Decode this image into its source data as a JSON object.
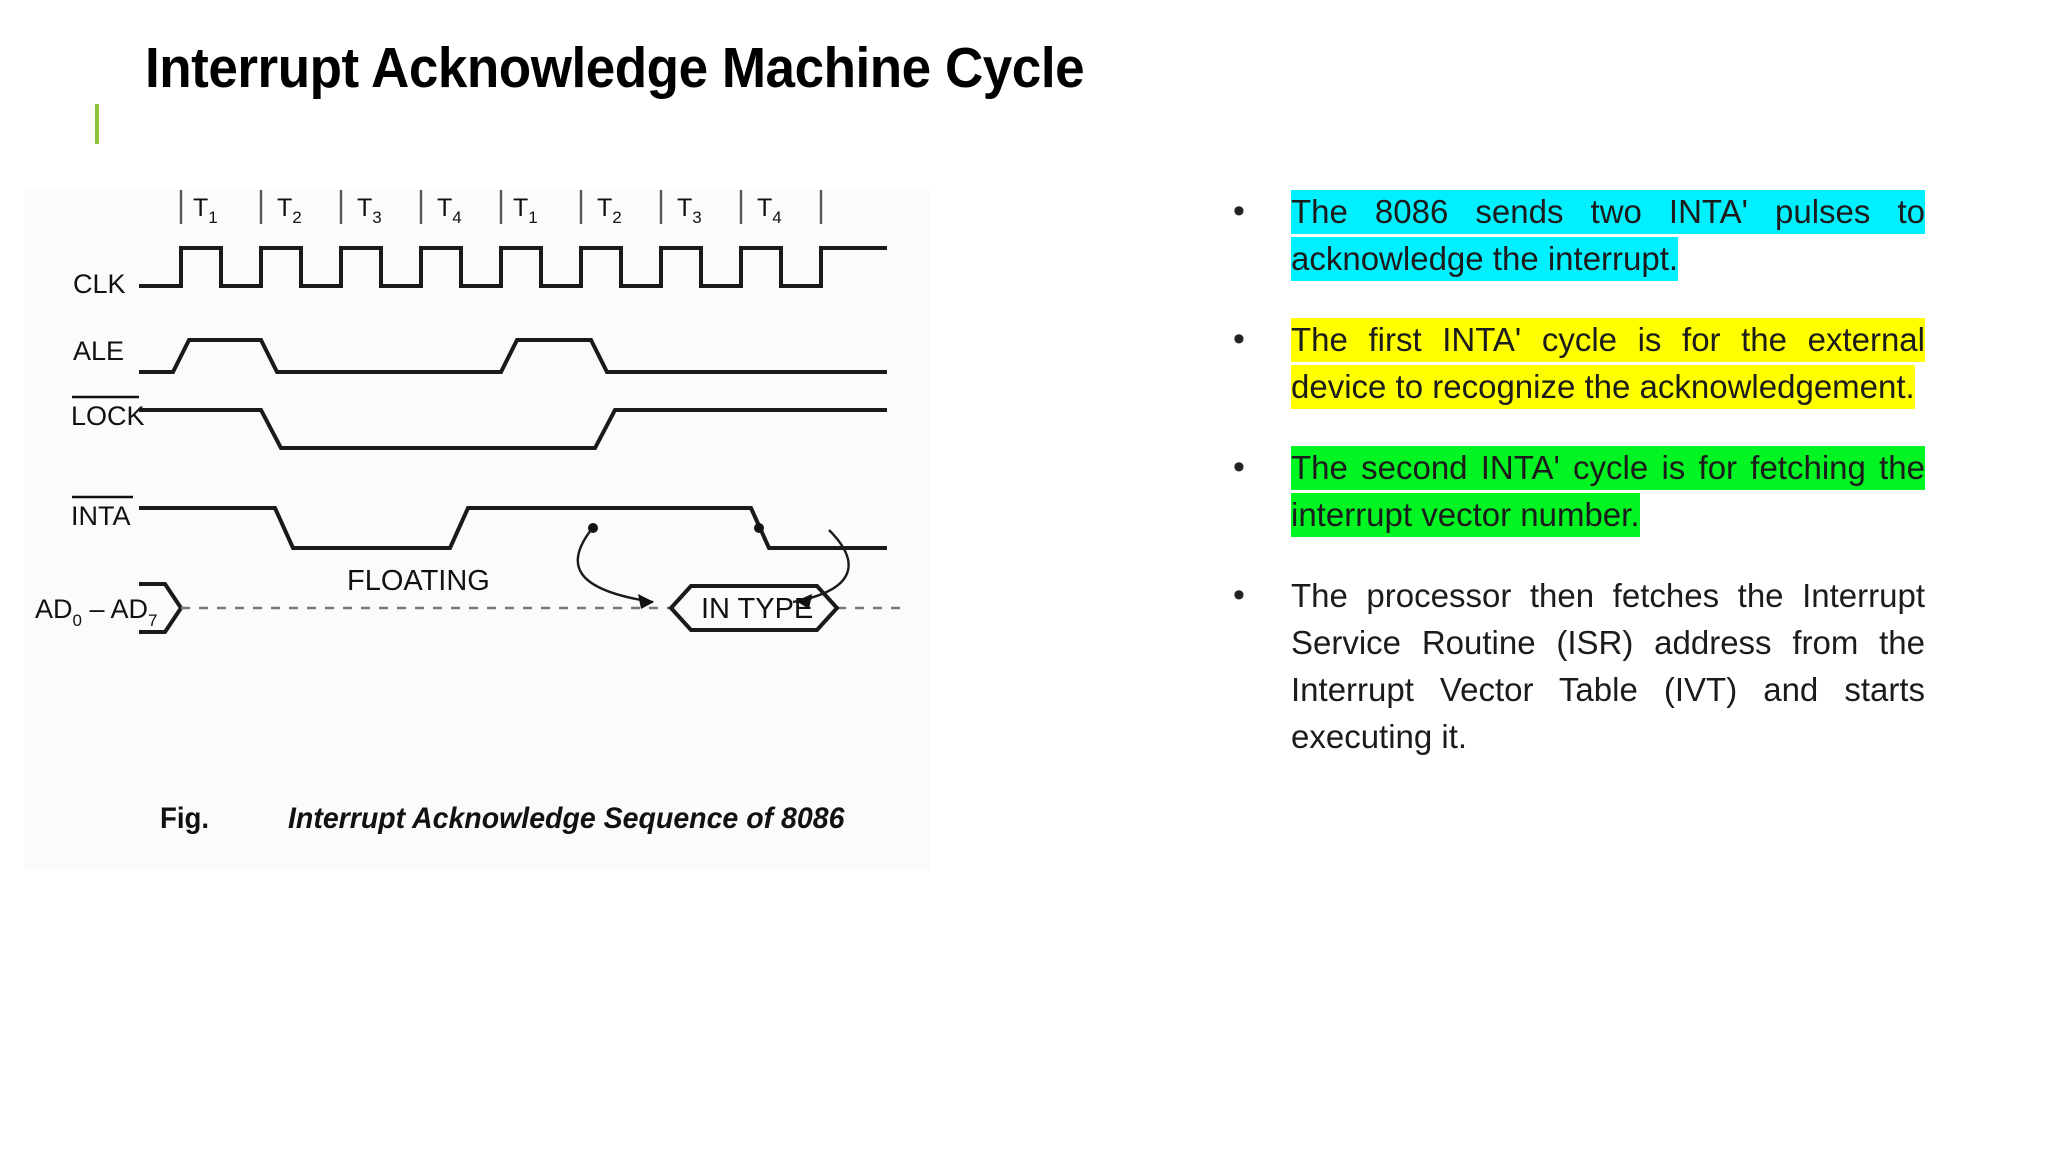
{
  "slide": {
    "title": "Interrupt Acknowledge Machine Cycle",
    "accent_tick_color": "#8fc33a",
    "background": "#ffffff"
  },
  "figure": {
    "panel_background": "#fbfbfb",
    "caption_prefix": "Fig.",
    "caption_text": "Interrupt Acknowledge Sequence of 8086",
    "signal_labels": [
      {
        "name": "clk",
        "text": "CLK",
        "overline": false
      },
      {
        "name": "ale",
        "text": "ALE",
        "overline": false
      },
      {
        "name": "lock",
        "text": "LOCK",
        "overline": true
      },
      {
        "name": "inta",
        "text": "INTA",
        "overline": true
      }
    ],
    "bus_label": {
      "base": "AD",
      "sub_lo": "0",
      "dash": "–",
      "base2": "AD",
      "sub_hi": "7"
    },
    "tstates": [
      "T1",
      "T2",
      "T3",
      "T4",
      "T1",
      "T2",
      "T3",
      "T4"
    ],
    "tstate_letter": "T",
    "tstate_digits": [
      "1",
      "2",
      "3",
      "4",
      "1",
      "2",
      "3",
      "4"
    ],
    "bus_state_floating": "FLOATING",
    "bus_state_value": "IN TYPE",
    "waveforms": {
      "clk": {
        "description": "8 square pulses, one per T-state, low-start"
      },
      "ale": {
        "description": "two trapezoidal high pulses, one in each T1"
      },
      "lock": {
        "description": "high, falls during T2 of first cycle, rises during T4 of second cycle"
      },
      "inta": {
        "description": "high, two active-low pulses spanning T2-T4 of each bus cycle"
      },
      "ad": {
        "description": "floating dashed bus, IN TYPE data hexagon in second cycle"
      }
    }
  },
  "bullets": [
    {
      "name": "bullet-inta-pulses",
      "marker": "•",
      "text": "The 8086 sends two INTA' pulses to acknowledge the interrupt.",
      "highlight": "#00f0ff",
      "justify": false
    },
    {
      "name": "bullet-first-cycle",
      "marker": "•",
      "text": "The first INTA' cycle is for the external device to recognize the acknowledgement.",
      "highlight": "#ffff00",
      "justify": true
    },
    {
      "name": "bullet-second-cycle",
      "marker": "•",
      "text": "The second INTA' cycle is for fetching the interrupt vector number.",
      "highlight": "#00f522",
      "justify": false
    },
    {
      "name": "bullet-isr-fetch",
      "marker": "•",
      "text": "The processor then fetches the Interrupt Service Routine (ISR) address from the Interrupt Vector Table (IVT) and starts executing it.",
      "highlight": null,
      "justify": true
    }
  ]
}
